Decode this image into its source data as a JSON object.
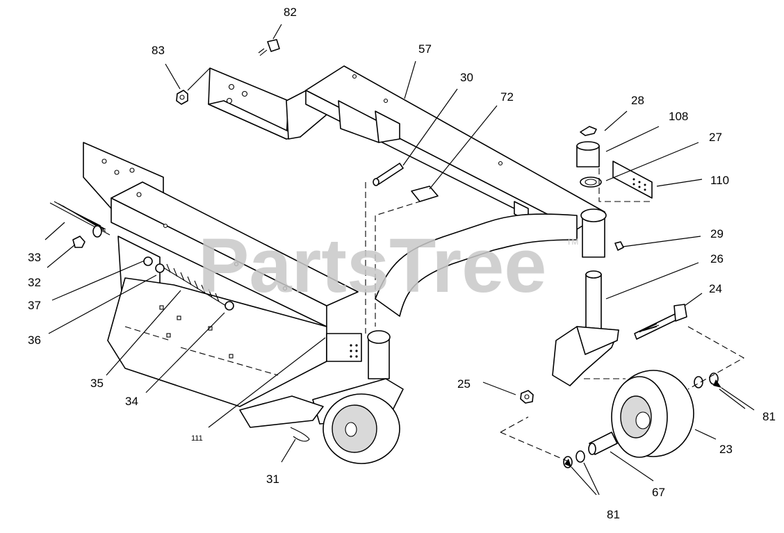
{
  "watermark": {
    "text": "PartsTree",
    "trademark": "TM"
  },
  "callouts": [
    {
      "id": "c82",
      "label": "82"
    },
    {
      "id": "c83",
      "label": "83"
    },
    {
      "id": "c57",
      "label": "57"
    },
    {
      "id": "c30",
      "label": "30"
    },
    {
      "id": "c72",
      "label": "72"
    },
    {
      "id": "c28",
      "label": "28"
    },
    {
      "id": "c108",
      "label": "108"
    },
    {
      "id": "c27",
      "label": "27"
    },
    {
      "id": "c110",
      "label": "110"
    },
    {
      "id": "c29",
      "label": "29"
    },
    {
      "id": "c26",
      "label": "26"
    },
    {
      "id": "c24",
      "label": "24"
    },
    {
      "id": "c33",
      "label": "33"
    },
    {
      "id": "c32",
      "label": "32"
    },
    {
      "id": "c37",
      "label": "37"
    },
    {
      "id": "c36",
      "label": "36"
    },
    {
      "id": "c35",
      "label": "35"
    },
    {
      "id": "c34",
      "label": "34"
    },
    {
      "id": "c111",
      "label": "111"
    },
    {
      "id": "c31",
      "label": "31"
    },
    {
      "id": "c25",
      "label": "25"
    },
    {
      "id": "c81a",
      "label": "81"
    },
    {
      "id": "c23",
      "label": "23"
    },
    {
      "id": "c67",
      "label": "67"
    },
    {
      "id": "c81b",
      "label": "81"
    }
  ]
}
